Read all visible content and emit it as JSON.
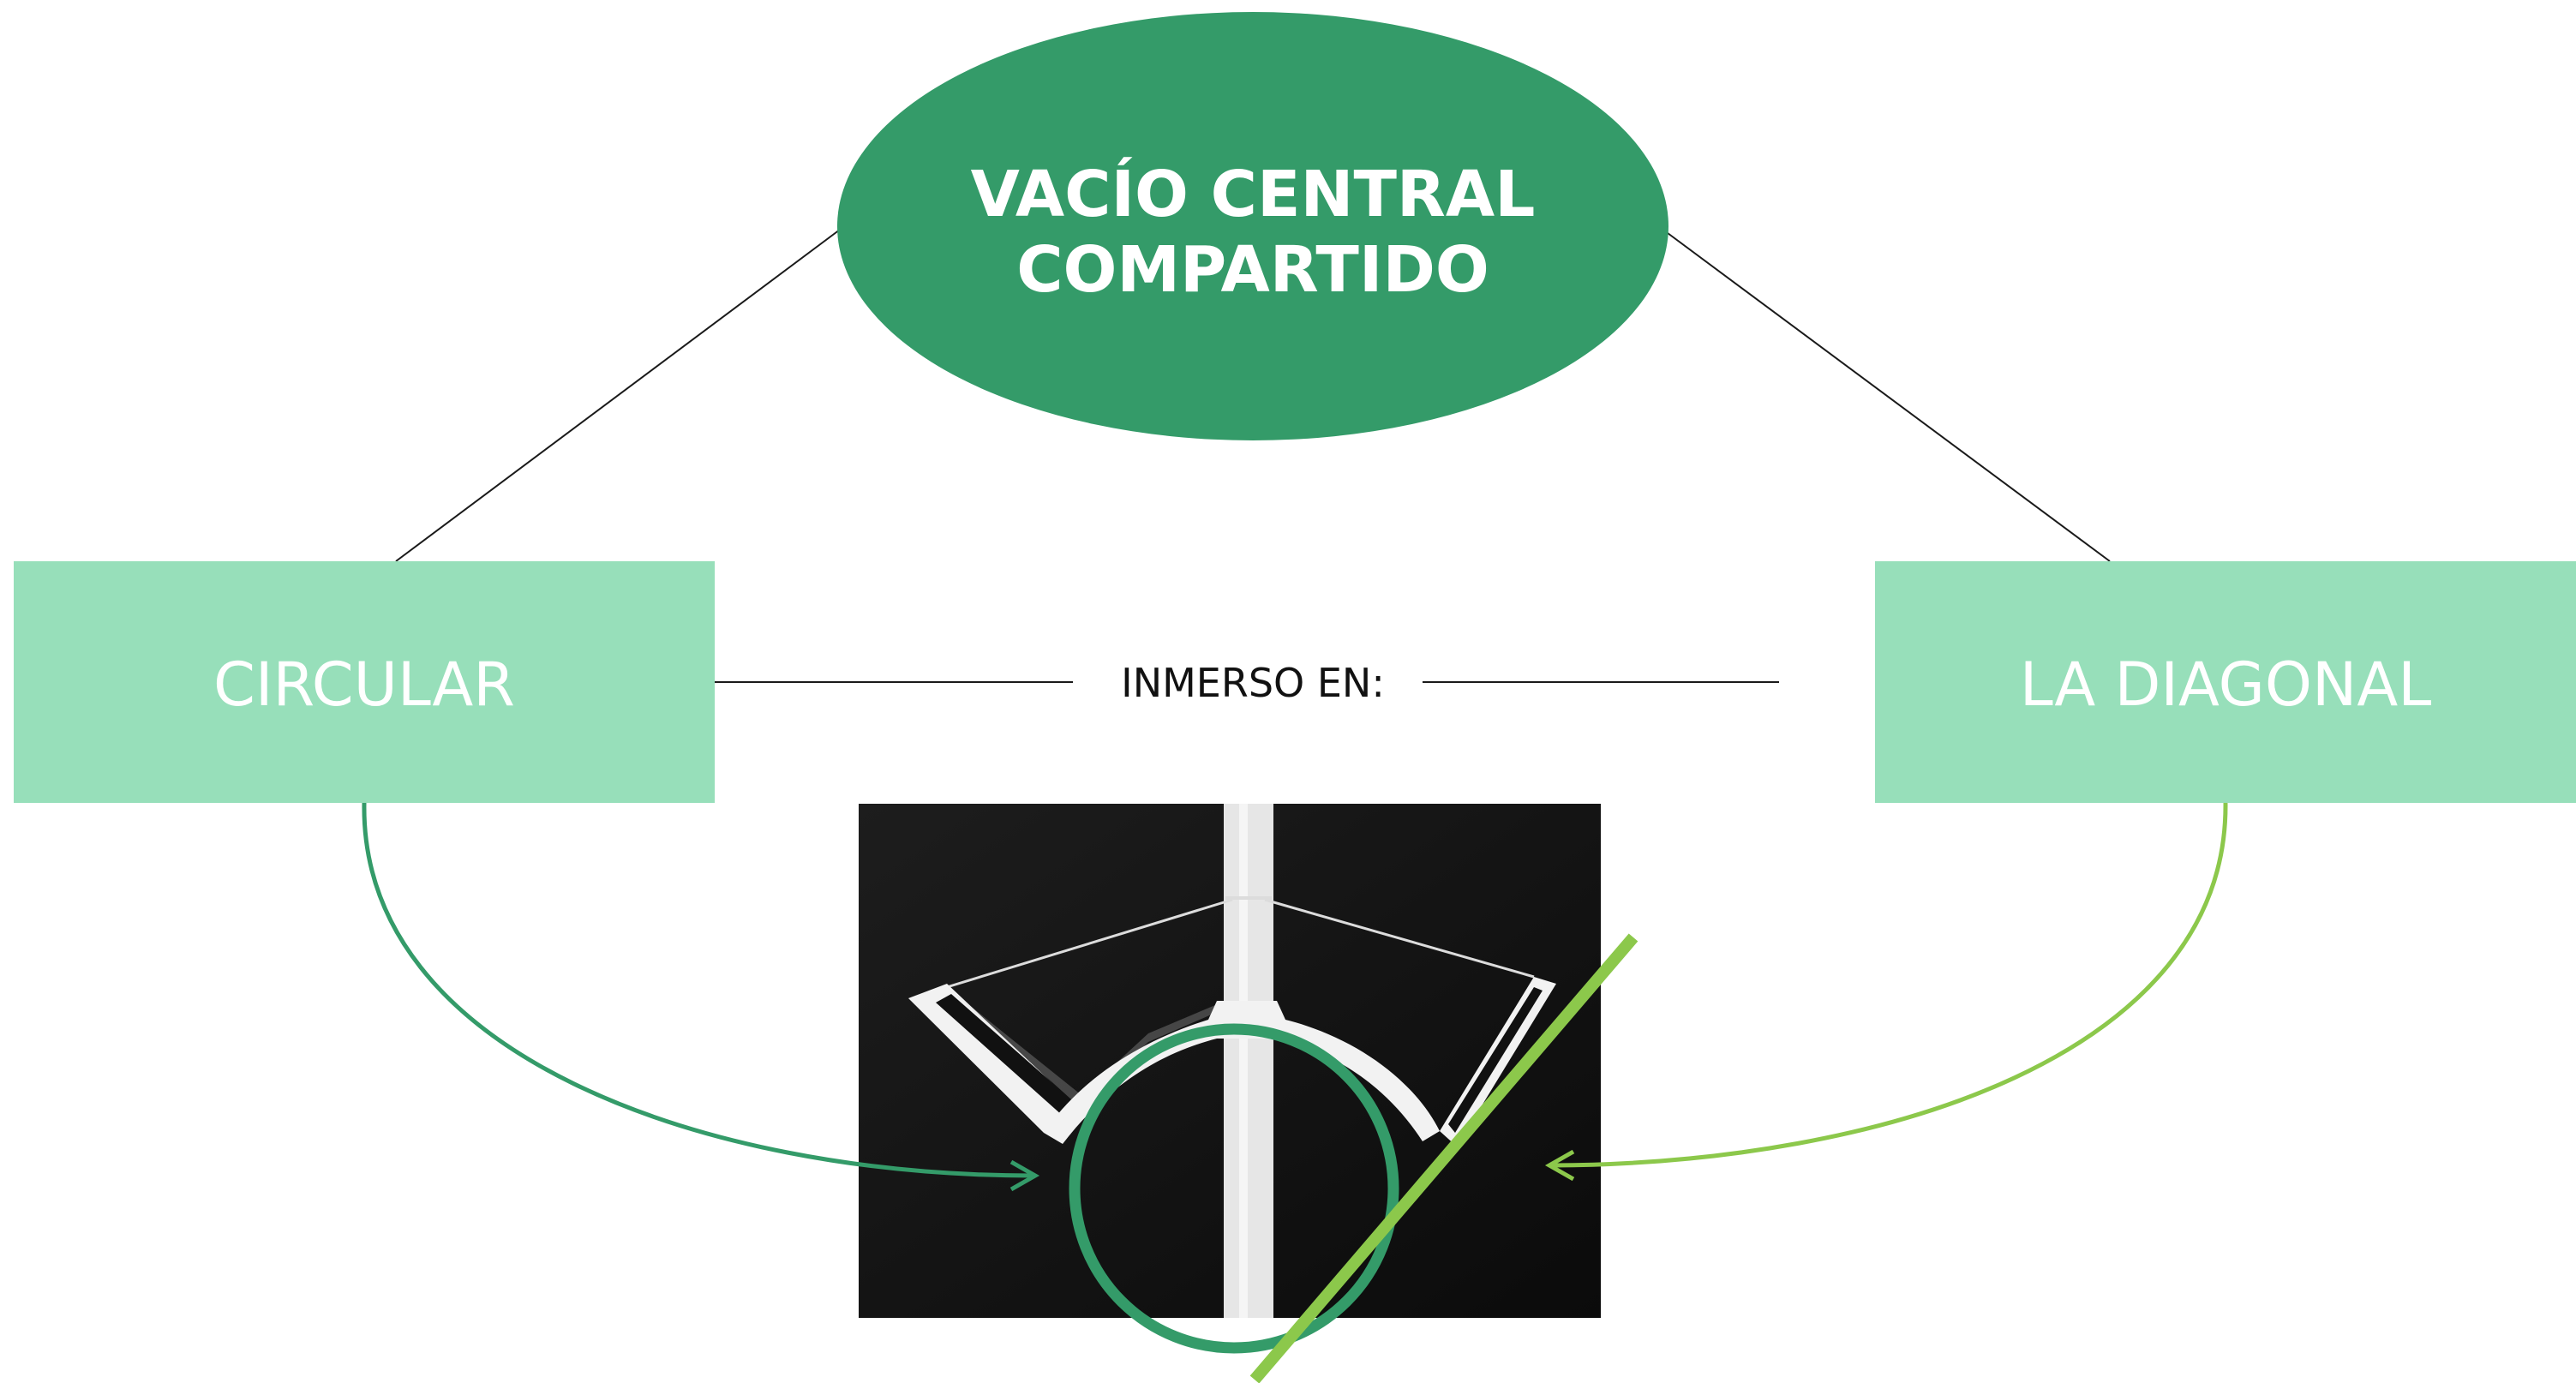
{
  "center_node": {
    "line1": "VACÍO CENTRAL",
    "line2": "COMPARTIDO",
    "color": "#349b69"
  },
  "left_node": {
    "label": "CIRCULAR",
    "color": "#97dfba"
  },
  "right_node": {
    "label": "LA DIAGONAL",
    "color": "#97dfba"
  },
  "connector": {
    "label": "INMERSO EN:"
  },
  "overlays": {
    "circle_color": "#349b69",
    "diagonal_color": "#8cc84b"
  },
  "arrows": {
    "left_color": "#349b69",
    "right_color": "#8cc84b"
  }
}
